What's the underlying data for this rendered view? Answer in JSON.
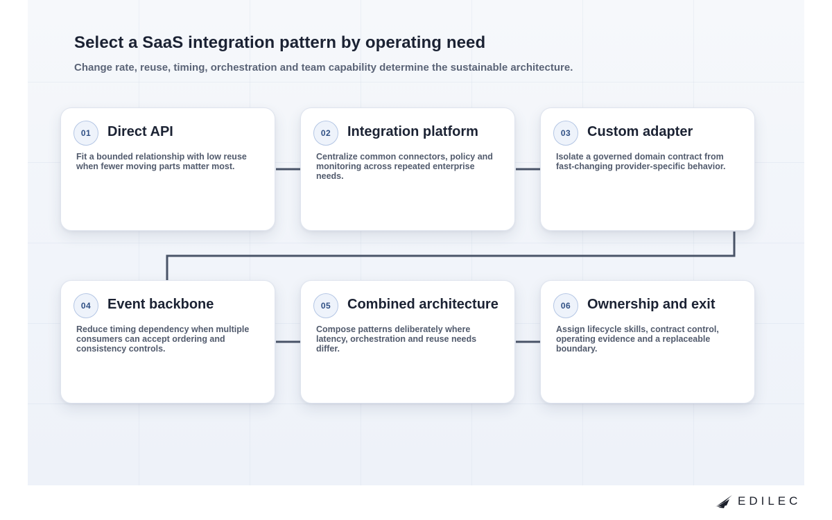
{
  "title": "Select a SaaS integration pattern by operating need",
  "subtitle": "Change rate, reuse, timing, orchestration and team capability determine the sustainable architecture.",
  "colors": {
    "connector": "#4a5468",
    "badge_ring": "#b4c6e4",
    "badge_text": "#2f4f84",
    "title_text": "#1b2233"
  },
  "cards": [
    {
      "number": "01",
      "title": "Direct API",
      "description": "Fit a bounded relationship with low reuse when fewer moving parts matter most."
    },
    {
      "number": "02",
      "title": "Integration platform",
      "description": "Centralize common connectors, policy and monitoring across repeated enterprise needs."
    },
    {
      "number": "03",
      "title": "Custom adapter",
      "description": "Isolate a governed domain contract from fast-changing provider-specific behavior."
    },
    {
      "number": "04",
      "title": "Event backbone",
      "description": "Reduce timing dependency when multiple consumers can accept ordering and consistency controls."
    },
    {
      "number": "05",
      "title": "Combined architecture",
      "description": "Compose patterns deliberately where latency, orchestration and reuse needs differ."
    },
    {
      "number": "06",
      "title": "Ownership and exit",
      "description": "Assign lifecycle skills, contract control, operating evidence and a replaceable boundary."
    }
  ],
  "brand": {
    "name": "EDILEC",
    "icon": "edilec-logo-icon"
  }
}
